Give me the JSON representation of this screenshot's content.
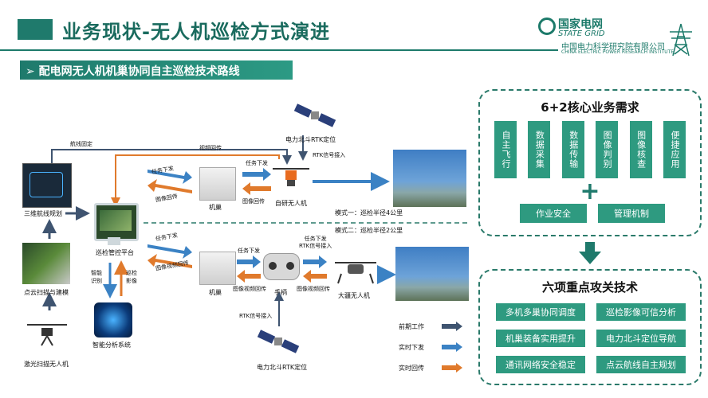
{
  "header": {
    "title": "业务现状-无人机巡检方式演进",
    "logo_cn": "国家电网",
    "logo_en": "STATE GRID",
    "org_cn": "中国电力科学研究院有限公司",
    "org_en": "CHINA ELECTRIC POWER RESEARCH INSTITUTE"
  },
  "section": {
    "subtitle": "配电网无人机机巢协同自主巡检技术路线"
  },
  "left_column": {
    "route_plan": "三维航线规划",
    "route_fix": "航线固定",
    "point_cloud": "点云扫描与建模",
    "lidar_drone": "激光扫描无人机",
    "control_platform": "巡检管控平台",
    "smart_recog": "智能识别",
    "inspect_image": "巡检影像",
    "smart_analysis": "智能分析系统"
  },
  "mode1": {
    "video_back": "视频回传",
    "task_down_a": "任务下发",
    "image_back_a": "图像回传",
    "nest": "机巢",
    "task_down_b": "任务下发",
    "image_back_b": "图像回传",
    "self_drone": "自研无人机",
    "rtk_title": "电力北斗RTK定位",
    "rtk_access": "RTK信号接入",
    "mode_label": "模式一：巡检半径4公里"
  },
  "mode2": {
    "mode_label": "模式二：巡检半径2公里",
    "task_down_a": "任务下发",
    "image_video_back_a": "图像视频回传",
    "nest": "机巢",
    "task_down_b": "任务下发",
    "image_video_back_b": "图像视频回传",
    "controller": "手柄",
    "task_rtk": "任务下发\nRTK信号接入",
    "image_video_back_c": "图像视频回传",
    "dji_drone": "大疆无人机",
    "rtk_access": "RTK信号接入",
    "rtk_title": "电力北斗RTK定位"
  },
  "legend": {
    "items": [
      {
        "label": "前期工作",
        "color": "#3f5470"
      },
      {
        "label": "实时下发",
        "color": "#3b82c4"
      },
      {
        "label": "实时回传",
        "color": "#e07a2c"
      }
    ]
  },
  "core_needs": {
    "title": "6+2核心业务需求",
    "items": [
      "自主飞行",
      "数据采集",
      "数据传输",
      "图像判别",
      "图像核查",
      "便捷应用"
    ],
    "plus": "+",
    "bottom": [
      "作业安全",
      "管理机制"
    ]
  },
  "key_tech": {
    "title": "六项重点攻关技术",
    "items": [
      "多机多巢协同调度",
      "巡检影像可信分析",
      "机巢装备实用提升",
      "电力北斗定位导航",
      "通讯网络安全稳定",
      "点云航线自主规划"
    ]
  },
  "colors": {
    "accent": "#1f7a6c",
    "box": "#2e9a80",
    "blue_arrow": "#3b82c4",
    "orange_arrow": "#e07a2c",
    "dark_arrow": "#3f5470"
  }
}
